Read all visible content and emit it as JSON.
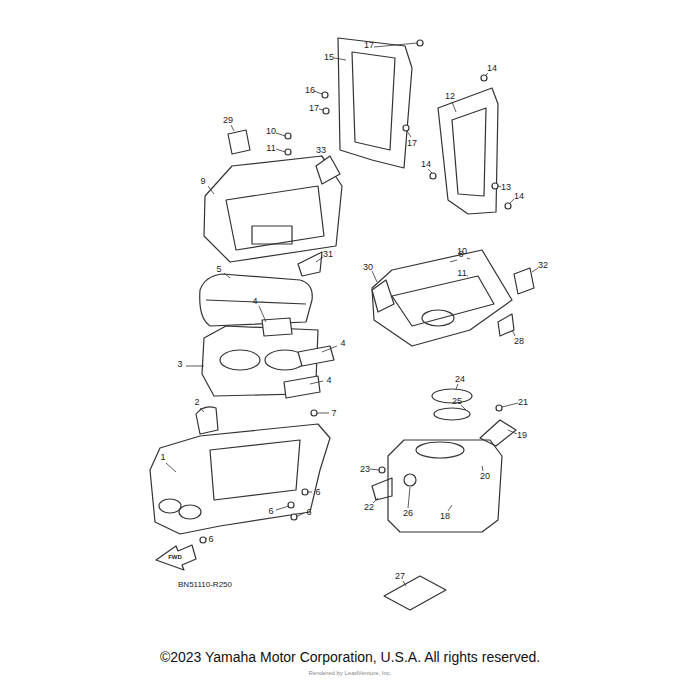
{
  "diagram": {
    "labels": [
      "1",
      "2",
      "3",
      "4",
      "4",
      "4",
      "5",
      "6",
      "6",
      "6",
      "6",
      "7",
      "8",
      "9",
      "10",
      "10",
      "11",
      "11",
      "12",
      "13",
      "14",
      "14",
      "14",
      "15",
      "16",
      "17",
      "17",
      "17",
      "18",
      "19",
      "20",
      "21",
      "22",
      "23",
      "24",
      "25",
      "26",
      "27",
      "28",
      "29",
      "30",
      "31",
      "32",
      "33",
      "FWD",
      "BN51110-R250",
      "©2023 Yamaha Motor Corporation, U.S.A. All rights reserved.",
      "Rendered by LeadVenture, Inc."
    ]
  }
}
